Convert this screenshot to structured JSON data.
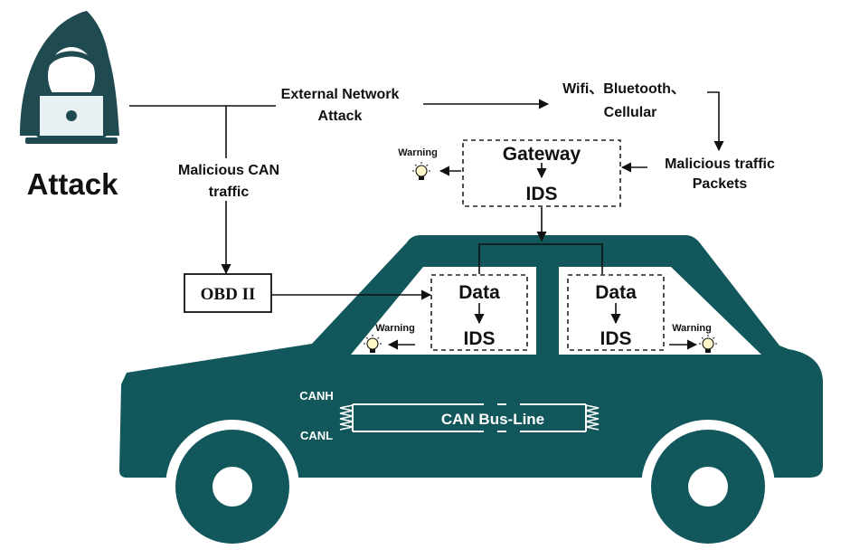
{
  "attacker": {
    "label": "Attack"
  },
  "labels": {
    "external_line1": "External Network",
    "external_line2": "Attack",
    "wireless_line1": "Wifi、Bluetooth、",
    "wireless_line2": "Cellular",
    "malicious_packets_line1": "Malicious traffic",
    "malicious_packets_line2": "Packets",
    "malicious_can_line1": "Malicious CAN",
    "malicious_can_line2": "traffic",
    "obd": "OBD II"
  },
  "gateway_box": {
    "top": "Gateway",
    "bottom": "IDS"
  },
  "left_ids_box": {
    "top": "Data",
    "bottom": "IDS"
  },
  "right_ids_box": {
    "top": "Data",
    "bottom": "IDS"
  },
  "warnings": {
    "gateway": "Warning",
    "left": "Warning",
    "right": "Warning"
  },
  "can_bus": {
    "label": "CAN Bus-Line",
    "canh": "CANH",
    "canl": "CANL"
  },
  "colors": {
    "car_body": "#11575b",
    "hacker_dark": "#1e4a50",
    "screen": "#e9f1f2"
  }
}
